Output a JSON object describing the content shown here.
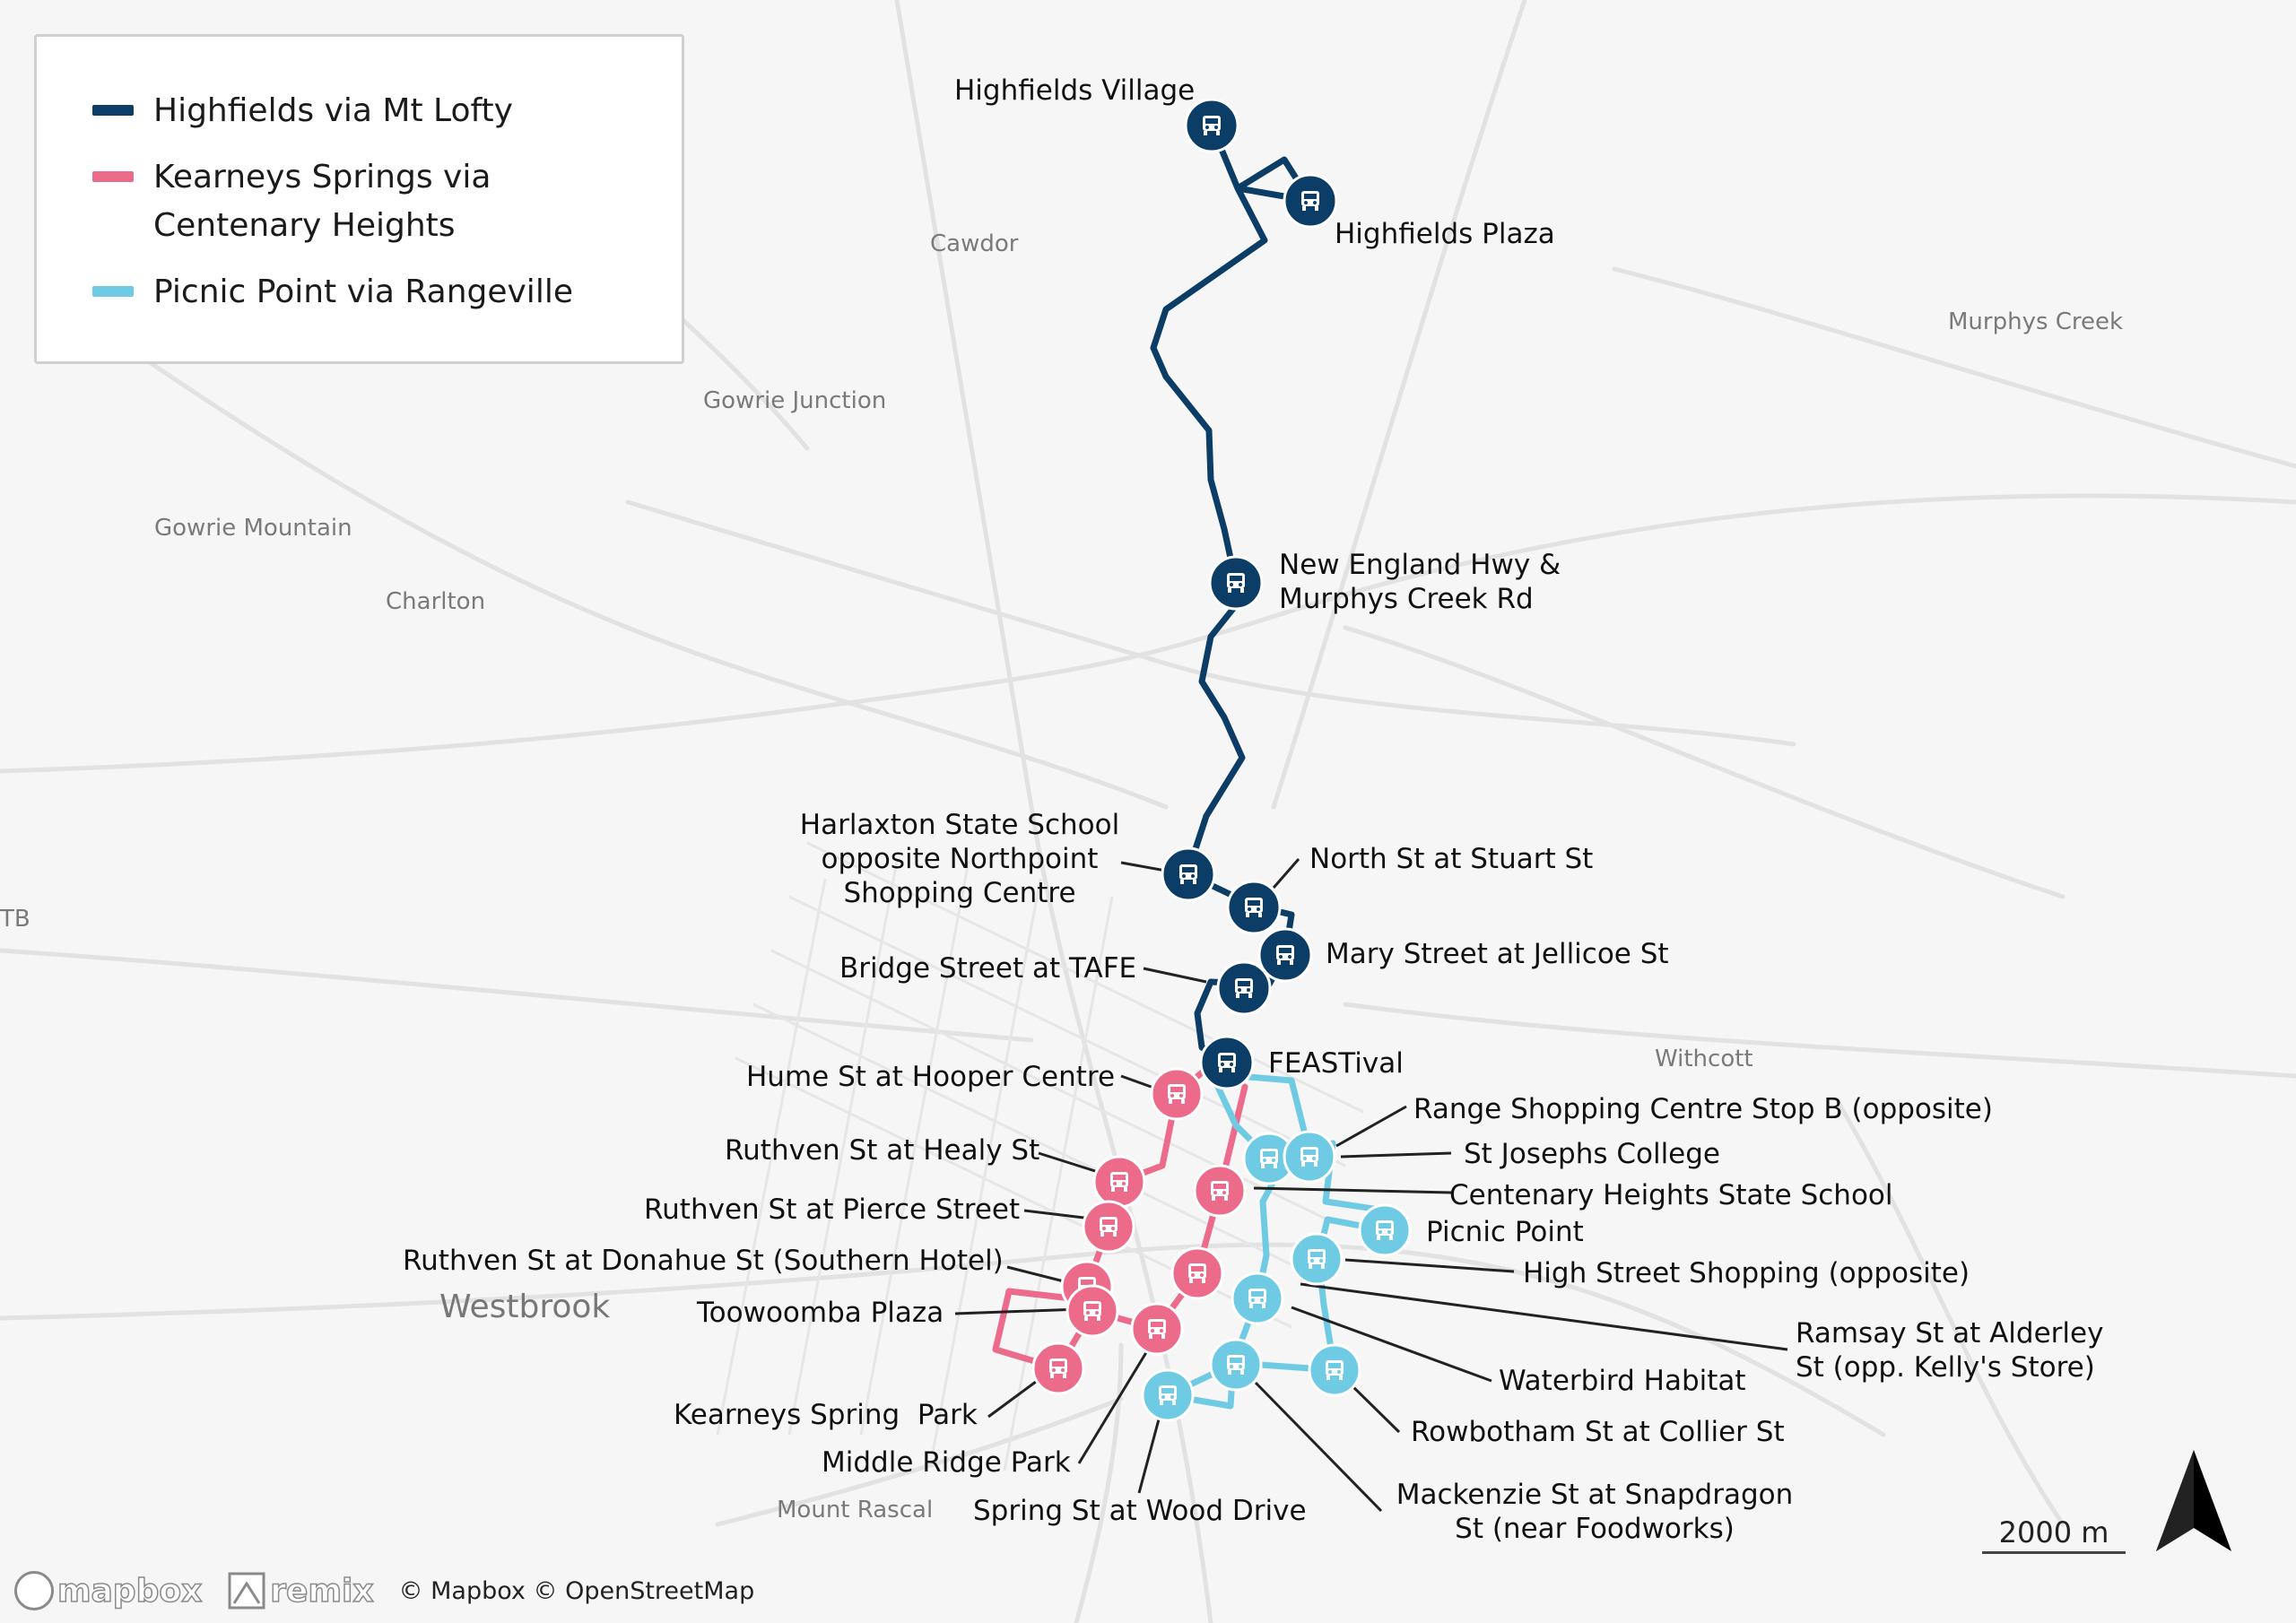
{
  "legend": {
    "items": [
      {
        "label": "Highfields via Mt Lofty",
        "color": "#0b3d66"
      },
      {
        "label": "Kearneys Springs via Centenary Heights",
        "color": "#ec6a8a"
      },
      {
        "label": "Picnic Point via Rangeville",
        "color": "#6fcbe3"
      }
    ]
  },
  "places": {
    "cawdor": "Cawdor",
    "murphys_creek": "Murphys Creek",
    "gowrie_junction": "Gowrie Junction",
    "gowrie_mountain": "Gowrie Mountain",
    "charlton": "Charlton",
    "withcott": "Withcott",
    "westbrook": "Westbrook",
    "mount_rascal": "Mount Rascal",
    "edge_fragment": "TB"
  },
  "stops": {
    "highfields_village": "Highfields Village",
    "highfields_plaza": "Highfields Plaza",
    "new_england_hwy": "New England Hwy &\nMurphys Creek Rd",
    "harlaxton": "Harlaxton State School\nopposite Northpoint\nShopping Centre",
    "north_st": "North St at Stuart St",
    "mary_st": "Mary Street at Jellicoe St",
    "bridge_st": "Bridge Street at TAFE",
    "feastival": "FEASTival",
    "hume_st": "Hume St at Hooper Centre",
    "range_shopping": "Range Shopping Centre Stop B (opposite)",
    "ruthven_healy": "Ruthven St at Healy St",
    "st_josephs": "St Josephs College",
    "centenary_heights": "Centenary Heights State School",
    "ruthven_pierce": "Ruthven St at Pierce Street",
    "picnic_point": "Picnic Point",
    "ruthven_donahue": "Ruthven St at Donahue St (Southern Hotel)",
    "high_street": "High Street Shopping (opposite)",
    "toowoomba_plaza": "Toowoomba Plaza",
    "ramsay_st": "Ramsay St at Alderley\nSt (opp. Kelly's Store)",
    "waterbird": "Waterbird Habitat",
    "kearneys_park": "Kearneys Spring  Park",
    "rowbotham": "Rowbotham St at Collier St",
    "middle_ridge": "Middle Ridge Park",
    "mackenzie": "Mackenzie St at Snapdragon\nSt (near Foodworks)",
    "spring_st": "Spring St at Wood Drive"
  },
  "attribution": {
    "mapbox_logo": "mapbox",
    "remix_logo": "remix",
    "text": "© Mapbox © OpenStreetMap"
  },
  "scale_label": "2000 m",
  "icons": {
    "stop": "bus-icon",
    "north": "north-arrow-icon"
  }
}
